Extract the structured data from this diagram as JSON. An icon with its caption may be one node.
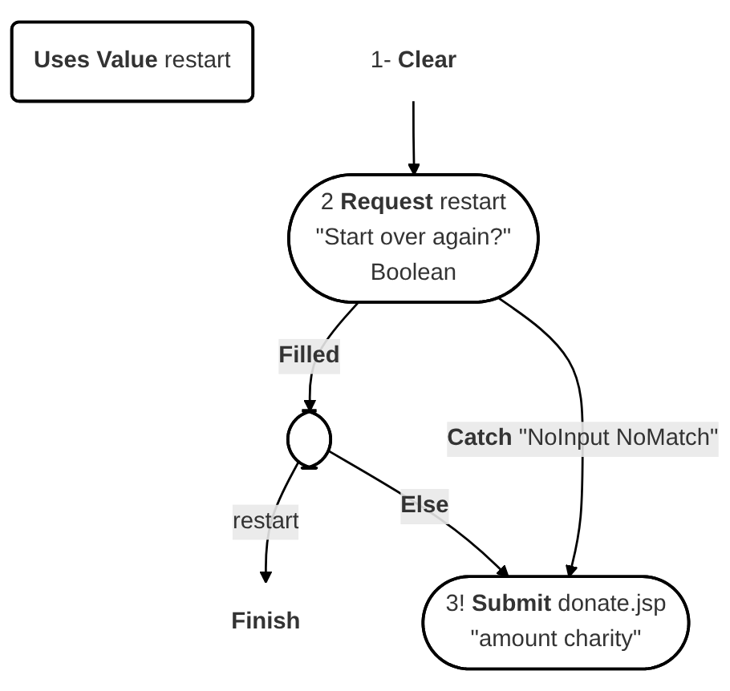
{
  "diagram": {
    "nodes": [
      {
        "text": [
          "**Uses Value** restart"
        ]
      },
      {
        "text": [
          "1- **Clear**"
        ]
      },
      {
        "text": [
          "2 **Request** restart",
          "\"Start over again?\"",
          "Boolean"
        ]
      },
      {
        "text": [],
        "shape": "ellipse"
      },
      {
        "text": [
          "Finish"
        ]
      },
      {
        "text": [
          "3! **Submit** donate.jsp",
          "\"amount charity\""
        ]
      }
    ],
    "edges": [
      {
        "from": 1,
        "to": 2,
        "arrow": "to"
      },
      {
        "from": 2,
        "to": 3,
        "arrow": "to",
        "label": "Filled"
      },
      {
        "from": 2,
        "to": 5,
        "arrow": "to",
        "label": "**Catch** \"NoInput NoMatch\""
      },
      {
        "from": 3,
        "to": 4,
        "arrow": "to",
        "label": "restart"
      },
      {
        "from": 3,
        "to": 5,
        "arrow": "to",
        "label": "Else"
      }
    ]
  }
}
